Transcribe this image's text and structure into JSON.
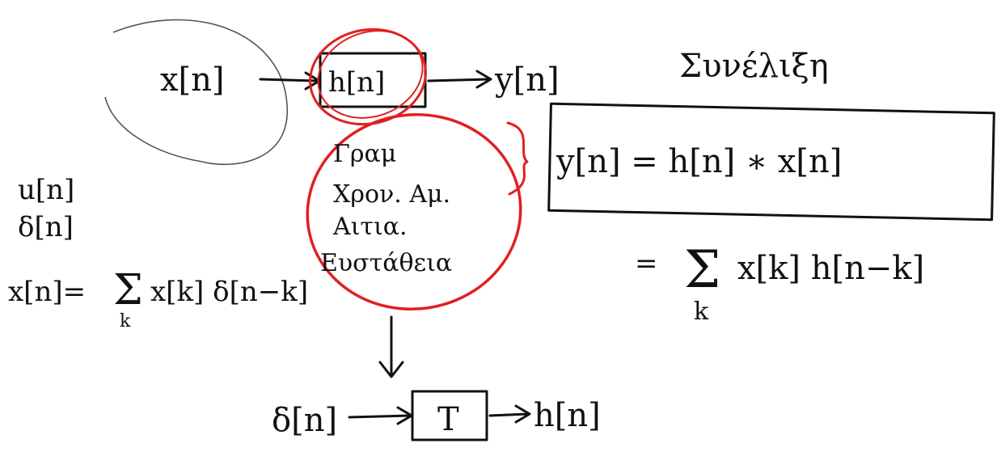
{
  "labels": {
    "input_signal": "x[n]",
    "system_box": "h[n]",
    "output_signal": "y[n]",
    "title_note": "Συνέλιξη",
    "red_list": [
      "Γραμ",
      "Χρον. Αμ.",
      "Αιτια.",
      "Ευστάθεια"
    ],
    "convolution_eq": "y[n] = h[n] ∗ x[n]",
    "sum_eq_rhs": "x[k] h[n−k]",
    "sum_eq_equals": "=",
    "sum_symbol": "Σ",
    "sum_index": "k",
    "left_u": "u[n]",
    "left_delta": "δ[n]",
    "decomp_lhs": "x[n]=",
    "decomp_rhs": "x[k] δ[n−k]",
    "impulse_in": "δ[n]",
    "t_box": "T",
    "impulse_out": "h[n]"
  },
  "colors": {
    "ink": "#111111",
    "highlight": "#e02020",
    "pencil": "#555555"
  }
}
